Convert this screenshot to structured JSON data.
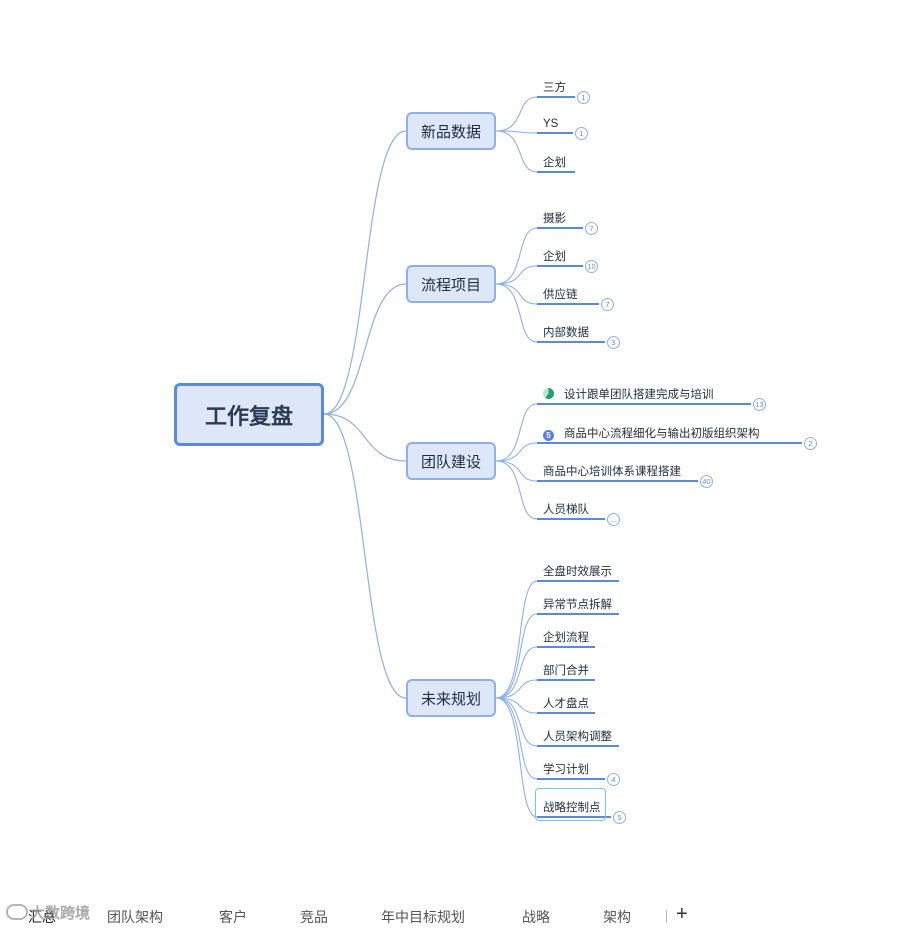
{
  "mindmap": {
    "root": "工作复盘",
    "branches": [
      {
        "label": "新品数据",
        "items": [
          {
            "label": "三方",
            "count": "1"
          },
          {
            "label": "YS",
            "count": "1"
          },
          {
            "label": "企划",
            "count": ""
          }
        ]
      },
      {
        "label": "流程项目",
        "items": [
          {
            "label": "摄影",
            "count": "7"
          },
          {
            "label": "企划",
            "count": "10"
          },
          {
            "label": "供应链",
            "count": "7"
          },
          {
            "label": "内部数据",
            "count": "3"
          }
        ]
      },
      {
        "label": "团队建设",
        "items": [
          {
            "label": "设计跟单团队搭建完成与培训",
            "count": "13",
            "icon": "progress-pie-icon"
          },
          {
            "label": "商品中心流程细化与输出初版组织架构",
            "count": "2",
            "icon": "priority-5-icon",
            "icon_text": "5"
          },
          {
            "label": "商品中心培训体系课程搭建",
            "count": "40"
          },
          {
            "label": "人员梯队",
            "count": "…"
          }
        ]
      },
      {
        "label": "未来规划",
        "items": [
          {
            "label": "全盘时效展示",
            "count": ""
          },
          {
            "label": "异常节点拆解",
            "count": ""
          },
          {
            "label": "企划流程",
            "count": ""
          },
          {
            "label": "部门合并",
            "count": ""
          },
          {
            "label": "人才盘点",
            "count": ""
          },
          {
            "label": "人员架构调整",
            "count": ""
          },
          {
            "label": "学习计划",
            "count": "4"
          },
          {
            "label": "战略控制点",
            "count": "5"
          }
        ]
      }
    ]
  },
  "tabs": [
    "汇总",
    "团队架构",
    "客户",
    "竞品",
    "年中目标规划",
    "战略",
    "架构"
  ],
  "active_tab": "汇总",
  "add_tab_label": "+",
  "watermark": "大数跨境",
  "colors": {
    "connector": "#8fb0e6",
    "underline": "#5b8bd6",
    "node_fill": "#dde7f7",
    "root_border": "#5b8bd6",
    "selection": "#79c3ea"
  }
}
